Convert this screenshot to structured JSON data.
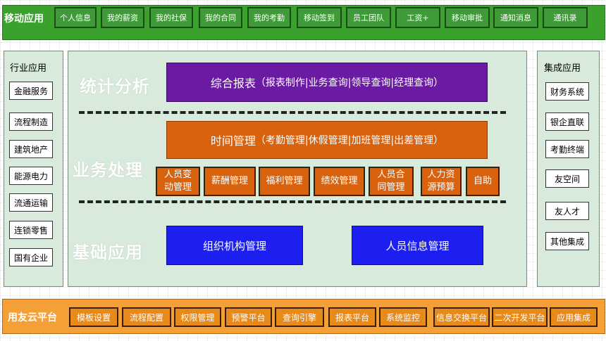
{
  "mobile": {
    "title": "移动应用",
    "items": [
      "个人信息",
      "我的薪资",
      "我的社保",
      "我的合同",
      "我的考勤",
      "移动签到",
      "员工团队",
      "工资+",
      "移动审批",
      "通知消息",
      "通讯录"
    ]
  },
  "industry": {
    "title": "行业应用",
    "items": [
      "金融服务",
      "流程制造",
      "建筑地产",
      "能源电力",
      "流通运输",
      "连锁零售",
      "国有企业"
    ]
  },
  "integration": {
    "title": "集成应用",
    "items": [
      "财务系统",
      "银企直联",
      "考勤终端",
      "友空间",
      "友人才",
      "其他集成"
    ]
  },
  "main": {
    "section_stats": "统计分析",
    "section_business": "业务处理",
    "section_basic": "基础应用",
    "report": {
      "main": "综合报表",
      "detail": "（报表制作|业务查询|领导查询|经理查询）"
    },
    "time": {
      "main": "时间管理",
      "detail": "（考勤管理|休假管理|加班管理|出差管理）"
    },
    "business_items": [
      [
        "人员变",
        "动管理"
      ],
      [
        "薪酬管理"
      ],
      [
        "福利管理"
      ],
      [
        "绩效管理"
      ],
      [
        "人员合",
        "同管理"
      ],
      [
        "人力资",
        "源预算"
      ],
      [
        "自助"
      ]
    ],
    "basic_items": [
      "组织机构管理",
      "人员信息管理"
    ]
  },
  "platform": {
    "title": "用友云平台",
    "items": [
      "模板设置",
      "流程配置",
      "权限管理",
      "预警平台",
      "查询引擎",
      "报表平台",
      "系统监控",
      "信息交换平台",
      "二次开发平台",
      "应用集成"
    ]
  },
  "colors": {
    "mobile_bar": "#39a12c",
    "panel_bg": "#d8eadb",
    "report_purple": "#6a1aa3",
    "business_orange": "#d9620e",
    "basic_blue": "#1d1ff0",
    "platform_orange": "#f4a037"
  }
}
